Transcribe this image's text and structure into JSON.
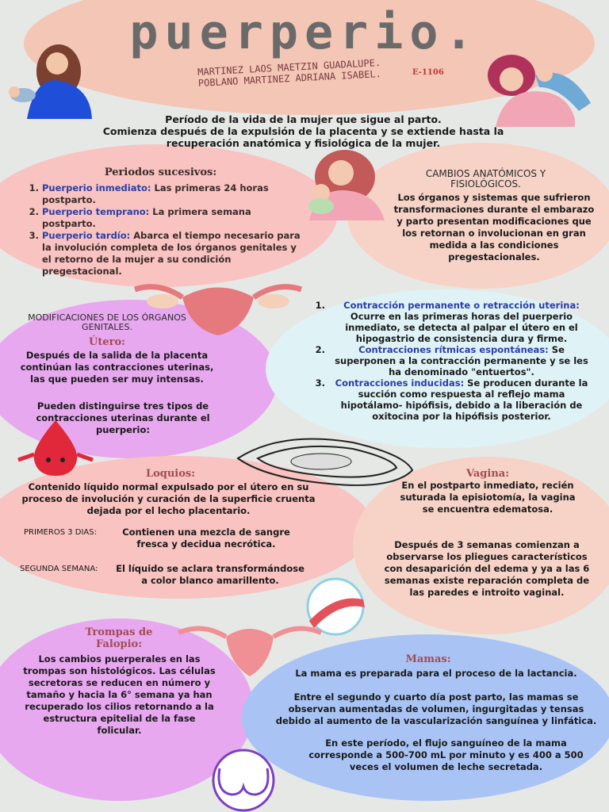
{
  "title": "puerperio.",
  "authors": {
    "line1": "MARTINEZ LAOS MAETZIN GUADALUPE.",
    "line2": "POBLANO MARTINEZ ADRIANA ISABEL.",
    "group": "E-1106"
  },
  "intro": {
    "line1": "Período de la vida de la mujer que sigue al parto.",
    "line2": "Comienza después de la expulsión de la placenta y se extiende hasta la",
    "line3": "recuperación anatómica y fisiológica de la mujer."
  },
  "periodos": {
    "heading": "Periodos sucesivos:",
    "items": [
      {
        "term": "Puerperio inmediato:",
        "desc": " Las primeras 24 horas postparto."
      },
      {
        "term": "Puerperio temprano:",
        "desc": " La primera semana postparto."
      },
      {
        "term": "Puerperio tardío:",
        "desc": " Abarca el tiempo necesario para la involución completa de los órganos genitales y el retorno de la mujer a su condición pregestacional."
      }
    ]
  },
  "cambios": {
    "heading": "CAMBIOS ANATÓMICOS Y FISIOLÓGICOS.",
    "body": "Los órganos y sistemas que sufrieron transformaciones durante el embarazo y parto presentan modificaciones que los retornan o involucionan en gran medida a las condiciones pregestacionales."
  },
  "modificaciones": {
    "heading": "MODIFICACIONES DE LOS ÓRGANOS GENITALES.",
    "subheading": "Útero:",
    "p1": "Después de la salida de la placenta continúan las contracciones uterinas, las que pueden ser muy intensas.",
    "p2": "Pueden distinguirse tres tipos de contracciones uterinas durante el puerperio:"
  },
  "contracciones": [
    {
      "term": "Contracción permanente o retracción uterina:",
      "desc": " Ocurre en las primeras horas del puerperio inmediato, se detecta al palpar el útero en el hipogastrio de consistencia dura y firme."
    },
    {
      "term": "Contracciones rítmicas espontáneas:",
      "desc": " Se superponen a la contracción permanente y se les ha denominado \"entuertos\"."
    },
    {
      "term": "Contracciones inducidas:",
      "desc": " Se producen durante la succión como respuesta al reflejo mama hipotálamo- hipófisis, debido a la liberación de oxitocina por la hipófisis posterior."
    }
  ],
  "loquios": {
    "heading": "Loquios:",
    "body": "Contenido líquido normal expulsado por el útero en su proceso de involución y curación de la superficie cruenta dejada por el lecho placentario.",
    "label1": "PRIMEROS 3 DIAS:",
    "text1": "Contienen una mezcla de sangre fresca y decidua necrótica.",
    "label2": "SEGUNDA SEMANA:",
    "text2": "El líquido se aclara transformándose a color blanco amarillento."
  },
  "vagina": {
    "heading": "Vagina:",
    "p1": "En el postparto inmediato, recién suturada la episiotomía, la vagina se encuentra edematosa.",
    "p2": "Después de 3 semanas comienzan a observarse los pliegues característicos con desaparición del edema y ya a las 6 semanas existe reparación completa de las paredes e introito vaginal."
  },
  "trompas": {
    "heading": "Trompas de Falopio:",
    "body": "Los cambios puerperales en las trompas son histológicos. Las células secretoras se reducen en número y tamaño y hacia la 6° semana ya han recuperado los cilios retornando a la estructura epitelial de la fase folicular."
  },
  "mamas": {
    "heading": "Mamas:",
    "p1": "La mama es preparada para el proceso de la lactancia.",
    "p2": "Entre el segundo y cuarto día post parto, las mamas se observan aumentadas de volumen, ingurgitadas y tensas debido al aumento de la vascularización sanguínea y linfática.",
    "p3": "En este período, el flujo sanguíneo de la mama corresponde a 500-700 mL por minuto y es 400 a 500 veces el volumen de leche secretada."
  }
}
